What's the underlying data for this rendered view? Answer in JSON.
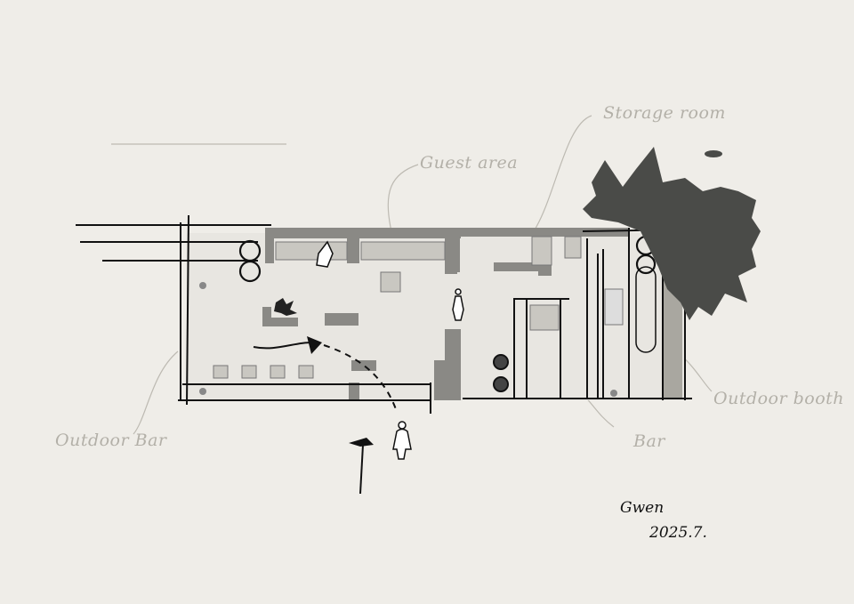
{
  "labels": {
    "storage_room": "Storage room",
    "guest_area": "Guest area",
    "outdoor_bar": "Outdoor Bar",
    "bar": "Bar",
    "outdoor_booth": "Outdoor booth"
  },
  "signature": {
    "name": "Gwen",
    "date": "2025.7."
  },
  "colors": {
    "paper": "#efede8",
    "wall": "#8a8985",
    "ink": "#111111",
    "tree": "#4a4b48",
    "label": "#b3b0a8"
  }
}
